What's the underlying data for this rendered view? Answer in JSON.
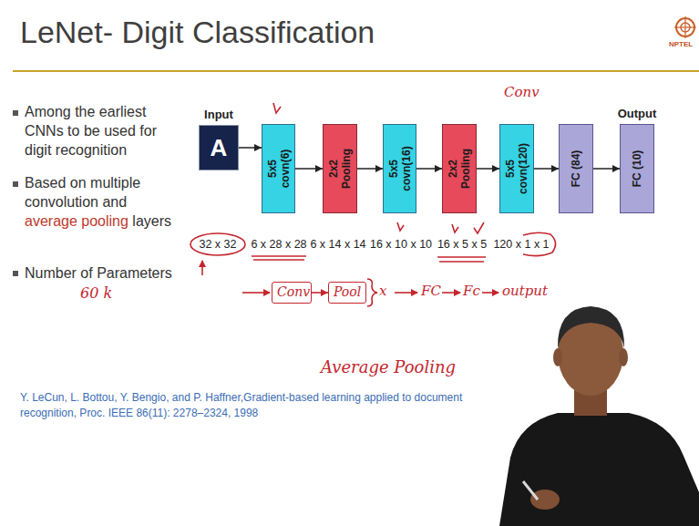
{
  "diagram": {
    "title": "LeNet- Digit Classification",
    "nodes": [
      {
        "text": [
          "Input",
          "A"
        ]
      },
      {
        "text": [
          "5x5 covn(6)"
        ]
      },
      {
        "text": [
          "2x2 Pooling"
        ]
      },
      {
        "text": [
          "5x5 covn(16)"
        ]
      },
      {
        "text": [
          "2x2 Pooling"
        ]
      },
      {
        "text": [
          "5x5 covn(120)"
        ]
      },
      {
        "text": [
          "FC (84)"
        ]
      },
      {
        "text": [
          "Output",
          "FC (10)"
        ]
      },
      {
        "text": [
          "Conv"
        ]
      },
      {
        "text": [
          "Pool"
        ]
      }
    ],
    "edges": [
      {
        "from": 0,
        "to": 1,
        "arrow": "to"
      },
      {
        "from": 1,
        "to": 2,
        "arrow": "to"
      },
      {
        "from": 2,
        "to": 3,
        "arrow": "to"
      },
      {
        "from": 3,
        "to": 4,
        "arrow": "to"
      },
      {
        "from": 4,
        "to": 5,
        "arrow": "to"
      },
      {
        "from": 5,
        "to": 6,
        "arrow": "to"
      },
      {
        "from": 6,
        "to": 7,
        "arrow": "to"
      },
      {
        "from": 8,
        "to": 9,
        "arrow": "to"
      }
    ],
    "labels": [
      "NPTEL",
      "Among the earliest CNNs to be used for digit recognition",
      "Based on multiple convolution and",
      "average pooling",
      "layers",
      "Number of Parameters",
      "32 x 32",
      "6 x 28 x 28",
      "6 x 14 x 14",
      "16 x 10 x 10",
      "16 x 5 x 5",
      "120 x 1 x 1",
      "Conv",
      "60 k",
      "x",
      "FC",
      "Fc",
      "output",
      "Average Pooling",
      "Y. LeCun, L. Bottou, Y. Bengio, and P. Haffner,Gradient-based learning applied to document recognition, Proc. IEEE 86(11): 2278–2324, 1998"
    ]
  }
}
